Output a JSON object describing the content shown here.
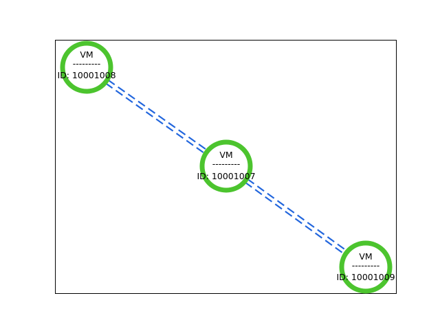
{
  "colors": {
    "node_ring": "#4cc42e",
    "node_fill": "#ffffff",
    "edge": "#2266dd",
    "frame": "#000000",
    "text": "#000000"
  },
  "nodes": [
    {
      "type": "VM",
      "separator": "---------",
      "id_label": "ID: 10001008"
    },
    {
      "type": "VM",
      "separator": "---------",
      "id_label": "ID: 10001007"
    },
    {
      "type": "VM",
      "separator": "---------",
      "id_label": "ID: 10001009"
    }
  ],
  "edges": [
    {
      "from": 0,
      "to": 1,
      "style": "double-dashed"
    },
    {
      "from": 1,
      "to": 2,
      "style": "double-dashed"
    }
  ]
}
